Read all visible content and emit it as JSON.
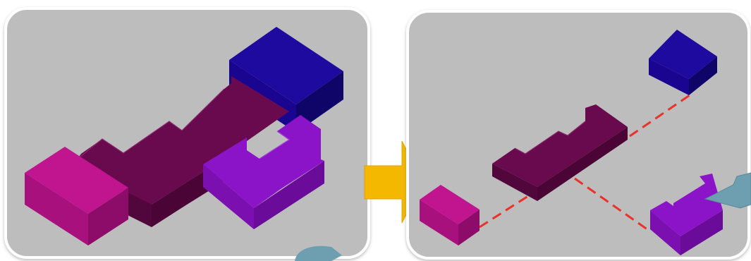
{
  "panels": [
    {
      "id": "assembled",
      "blocks": [
        "large-magenta-block",
        "dark-maroon-slab",
        "navy-block",
        "violet-l-block"
      ]
    },
    {
      "id": "exploded",
      "blocks": [
        "small-magenta-block",
        "maroon-stepped-slab",
        "small-navy-block",
        "violet-notched-block"
      ],
      "connector_style": "red-dashed"
    }
  ],
  "connector": {
    "direction": "right",
    "color": "#F5B800"
  },
  "colors": {
    "panel_fill": "#BDBDBD",
    "panel_border": "#FFFFFF",
    "magenta": "#C0158F",
    "maroon": "#6A0A4E",
    "navy": "#1A0590",
    "violet": "#8410C4",
    "dashed_line": "#E8322A",
    "pointer": "#6D9FB0"
  }
}
